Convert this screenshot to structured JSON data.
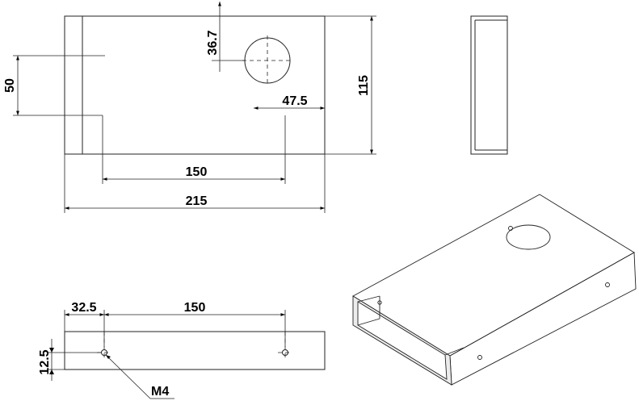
{
  "dimensions": {
    "hole_offset": "36.7",
    "left_height": "50",
    "hole_radius_offset": "47.5",
    "overall_height": "115",
    "hole_spacing": "150",
    "overall_length": "215",
    "bottom_offset": "32.5",
    "bottom_spacing": "150",
    "bottom_height": "12.5",
    "thread": "M4"
  }
}
